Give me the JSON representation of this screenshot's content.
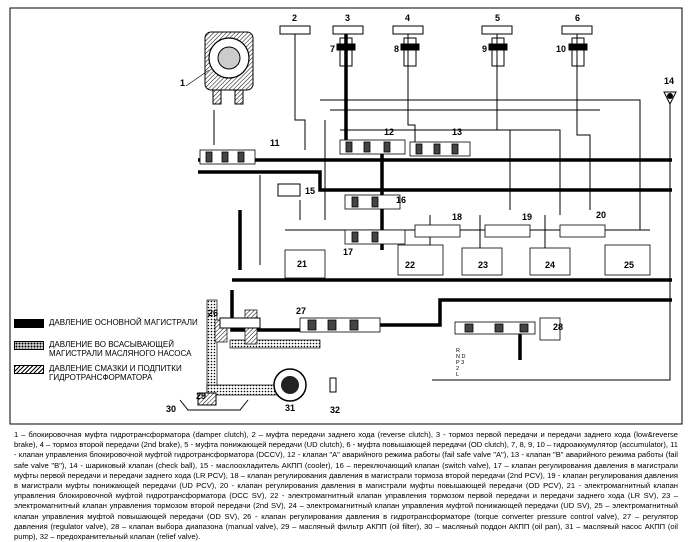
{
  "legend": [
    {
      "type": "main",
      "text": "ДАВЛЕНИЕ ОСНОВНОЙ МАГИСТРАЛИ"
    },
    {
      "type": "suction",
      "text": "ДАВЛЕНИЕ ВО ВСАСЫВАЮЩЕЙ МАГИСТРАЛИ МАСЛЯНОГО НАСОСА"
    },
    {
      "type": "lube",
      "text": "ДАВЛЕНИЕ СМАЗКИ И ПОДПИТКИ ГИДРОТРАНСФОРМАТОРА"
    }
  ],
  "labels": {
    "n1": "1",
    "n2": "2",
    "n3": "3",
    "n4": "4",
    "n5": "5",
    "n6": "6",
    "n7": "7",
    "n8": "8",
    "n9": "9",
    "n10": "10",
    "n11": "11",
    "n12": "12",
    "n13": "13",
    "n14": "14",
    "n15": "15",
    "n16": "16",
    "n17": "17",
    "n18": "18",
    "n19": "19",
    "n20": "20",
    "n21": "21",
    "n22": "22",
    "n23": "23",
    "n24": "24",
    "n25": "25",
    "n26": "26",
    "n27": "27",
    "n28": "28",
    "n29": "29",
    "n30": "30",
    "n31": "31",
    "n32": "32"
  },
  "selector_positions": [
    "R",
    "N D",
    "P 3",
    "2",
    "L"
  ],
  "caption": "1 – блокировочная муфта гидротрансформатора (damper clutch), 2 – муфта передачи заднего хода (reverse clutch), 3 - тормоз первой передачи и передачи заднего хода (low&reverse brake), 4 – тормоз второй передачи (2nd brake), 5 - муфта понижающей передачи (UD clutch), 6 - муфта повышающей передачи (OD clutch), 7, 8, 9, 10 – гидроаккумулятор (accumulator), 11 - клапан управления блокировочной муфтой гидротрансформатора (DCCV), 12 - клапан \"А\" аварийного режима работы (fail safe valve \"A\"), 13 - клапан \"B\" аварийного режима работы (fail safe valve \"B\"), 14 - шариковый клапан (check ball), 15 - маслоохладитель АКПП (cooler), 16 – переключающий клапан (switch valve), 17 – клапан регулирования давления в магистрали муфты первой передачи и передачи заднего хода (LR PCV), 18 – клапан регулирования давления в магистрали тормоза второй передачи (2nd PCV), 19 - клапан регулирования давления в магистрали муфты понижающей передачи (UD PCV), 20 - клапан регулирования давления в магистрали муфты повышающей передачи (OD PCV), 21 - электромагнитный клапан управления блокировочной муфтой гидротрансформатора (DCC SV), 22 - электромагнитный клапан управления тормозом первой передачи и передачи заднего хода (LR SV), 23 – электромагнитный клапан управления тормозом второй передачи (2nd SV), 24 – электромагнитный клапан управления муфтой понижающей передачи (UD SV), 25 – электромагнитный клапан управления муфтой повышающей передачи (OD SV), 26 - клапан регулирования давления в гидротрансформаторе (torque converter pressure control valve), 27 – регулятор давления (regulator valve), 28 – клапан выбора диапазона (manual valve), 29 – масляный фильтр АКПП (oil filter), 30 – масляный поддон АКПП (oil pan), 31 – масляный насос АКПП (oil pump), 32 – предохранительный клапан (relief valve)."
}
